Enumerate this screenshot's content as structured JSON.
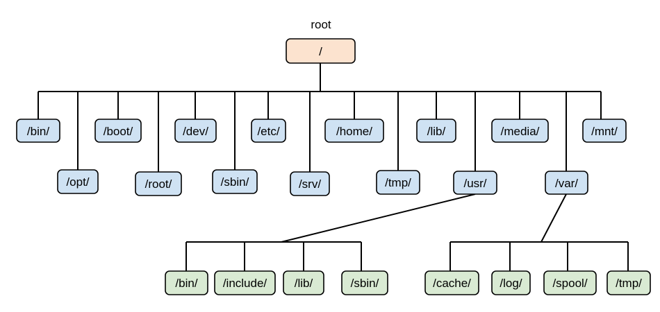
{
  "colors": {
    "root_fill": "#fce3cf",
    "level1_fill": "#cfe2f3",
    "level2_fill": "#d9ead3",
    "line": "#000000"
  },
  "root_caption": "root",
  "root": {
    "label": "/"
  },
  "top_dirs": [
    {
      "label": "/bin/"
    },
    {
      "label": "/opt/"
    },
    {
      "label": "/boot/"
    },
    {
      "label": "/root/"
    },
    {
      "label": "/dev/"
    },
    {
      "label": "/sbin/"
    },
    {
      "label": "/etc/"
    },
    {
      "label": "/srv/"
    },
    {
      "label": "/home/"
    },
    {
      "label": "/tmp/"
    },
    {
      "label": "/lib/"
    },
    {
      "label": "/usr/"
    },
    {
      "label": "/media/"
    },
    {
      "label": "/var/"
    },
    {
      "label": "/mnt/"
    }
  ],
  "usr_children": [
    {
      "label": "/bin/"
    },
    {
      "label": "/include/"
    },
    {
      "label": "/lib/"
    },
    {
      "label": "/sbin/"
    }
  ],
  "var_children": [
    {
      "label": "/cache/"
    },
    {
      "label": "/log/"
    },
    {
      "label": "/spool/"
    },
    {
      "label": "/tmp/"
    }
  ]
}
